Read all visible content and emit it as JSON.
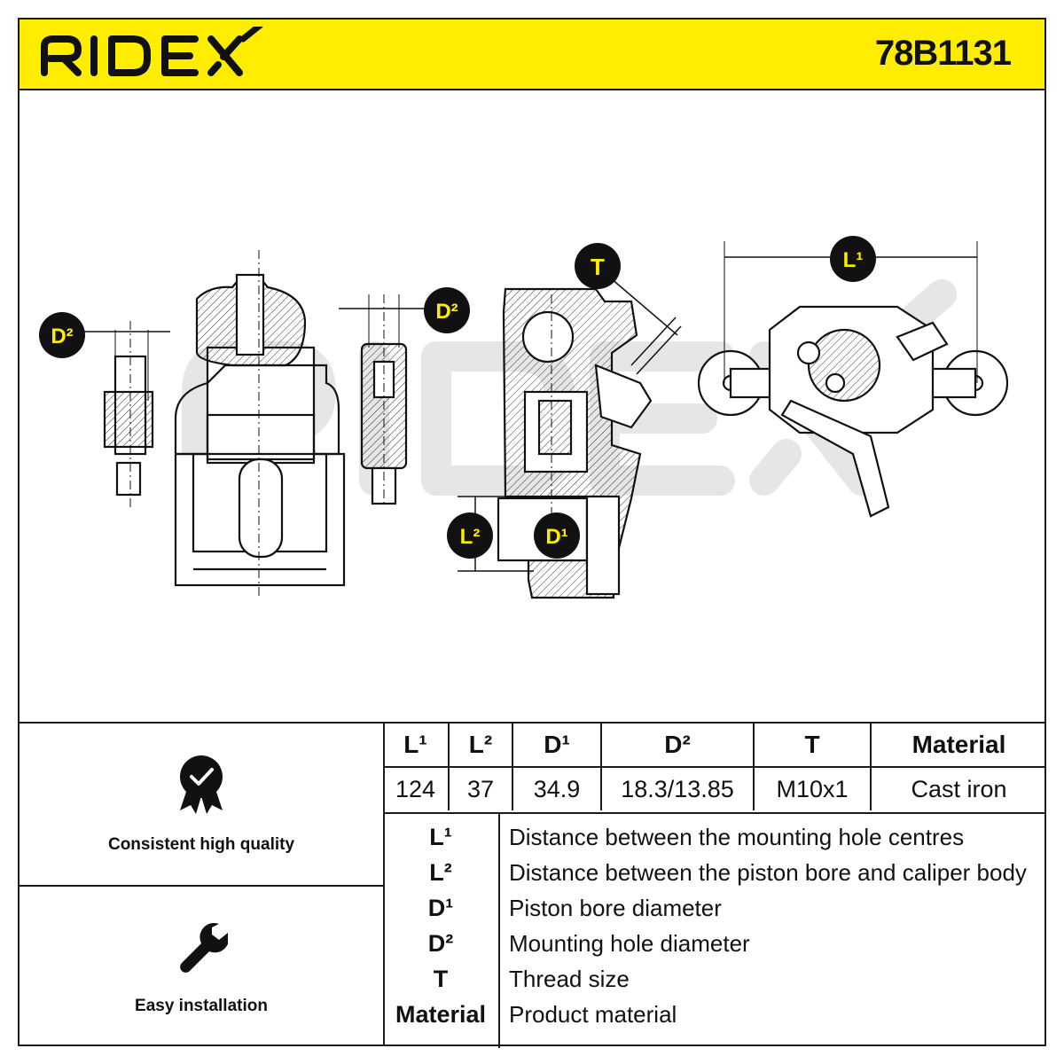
{
  "header": {
    "brand": "RIDEX",
    "part_number": "78B1131",
    "background_color": "#ffed00"
  },
  "drawing": {
    "watermark": "RIDEX",
    "callouts": [
      "D²",
      "D²",
      "T",
      "L²",
      "D¹",
      "L¹"
    ]
  },
  "features": [
    {
      "label": "Consistent high quality",
      "icon": "quality-badge-icon"
    },
    {
      "label": "Easy installation",
      "icon": "wrench-icon"
    }
  ],
  "specs": {
    "headers": [
      "L¹",
      "L²",
      "D¹",
      "D²",
      "T",
      "Material"
    ],
    "values": [
      "124",
      "37",
      "34.9",
      "18.3/13.85",
      "M10x1",
      "Cast iron"
    ]
  },
  "legend": [
    {
      "symbol": "L¹",
      "description": "Distance between the mounting hole centres"
    },
    {
      "symbol": "L²",
      "description": "Distance between the piston bore and caliper body"
    },
    {
      "symbol": "D¹",
      "description": "Piston bore diameter"
    },
    {
      "symbol": "D²",
      "description": "Mounting hole diameter"
    },
    {
      "symbol": "T",
      "description": "Thread size"
    },
    {
      "symbol": "Material",
      "description": "Product material"
    }
  ]
}
